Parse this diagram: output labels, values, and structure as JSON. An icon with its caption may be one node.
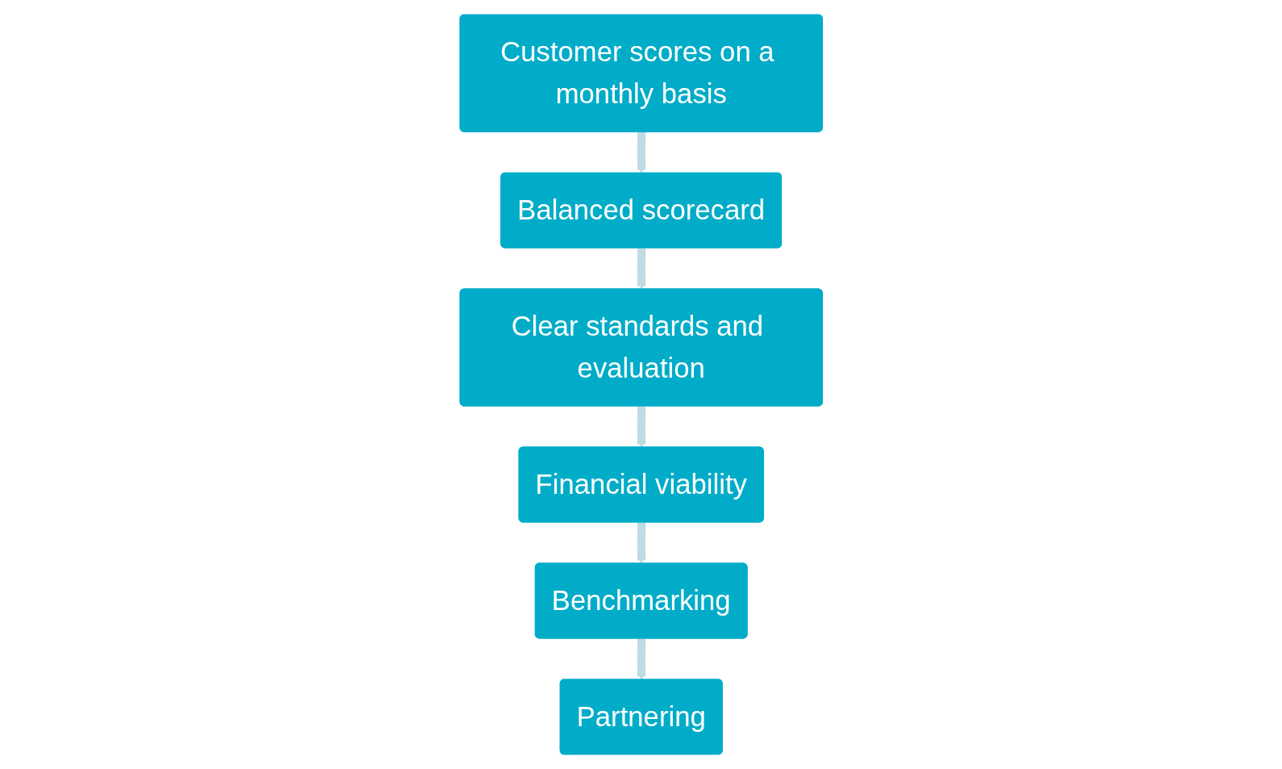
{
  "diagram": {
    "nodes": [
      {
        "text": [
          "Customer scores on a monthly basis"
        ]
      },
      {
        "text": [
          "Balanced scorecard"
        ]
      },
      {
        "text": [
          "Clear standards and evaluation"
        ]
      },
      {
        "text": [
          "Financial viability"
        ]
      },
      {
        "text": [
          "Benchmarking"
        ]
      },
      {
        "text": [
          "Partnering"
        ]
      }
    ],
    "edges": [
      {
        "from": 0,
        "to": 1,
        "arrow": "to"
      },
      {
        "from": 1,
        "to": 2,
        "arrow": "to"
      },
      {
        "from": 2,
        "to": 3,
        "arrow": "to"
      },
      {
        "from": 3,
        "to": 4,
        "arrow": "to"
      },
      {
        "from": 4,
        "to": 5,
        "arrow": "to"
      }
    ]
  }
}
